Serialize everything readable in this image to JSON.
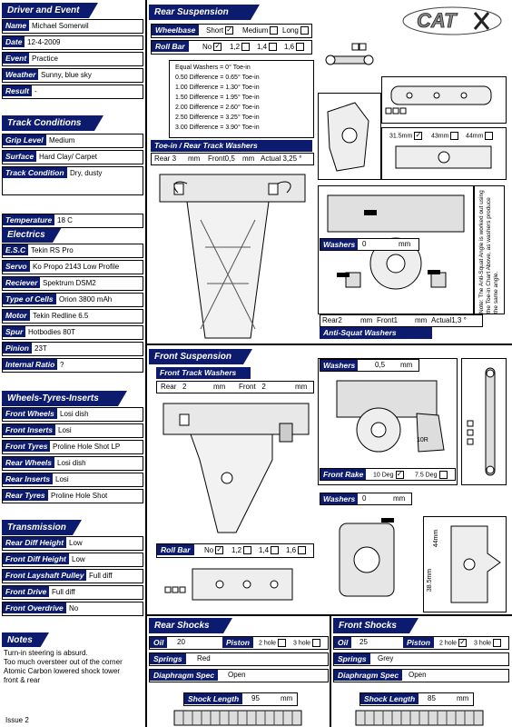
{
  "driver": {
    "header": "Driver and Event",
    "fields": [
      {
        "label": "Name",
        "value": "Michael Somerwil"
      },
      {
        "label": "Date",
        "value": "12-4-2009"
      },
      {
        "label": "Event",
        "value": "Practice"
      },
      {
        "label": "Weather",
        "value": "Sunny, blue sky"
      },
      {
        "label": "Result",
        "value": "-"
      }
    ]
  },
  "track": {
    "header": "Track Conditions",
    "fields": [
      {
        "label": "Grip Level",
        "value": "Medium"
      },
      {
        "label": "Surface",
        "value": "Hard Clay/ Carpet"
      },
      {
        "label": "Track Condition",
        "value": "Dry, dusty"
      },
      {
        "label": "Temperature",
        "value": "18 C"
      }
    ]
  },
  "electrics": {
    "header": "Electrics",
    "fields": [
      {
        "label": "E.S.C",
        "value": "Tekin RS Pro"
      },
      {
        "label": "Servo",
        "value": "Ko Propo 2143 Low Profile"
      },
      {
        "label": "Reciever",
        "value": "Spektrum DSM2"
      },
      {
        "label": "Type of Cells",
        "value": "Orion 3800 mAh"
      },
      {
        "label": "Motor",
        "value": "Tekin Redline 6.5"
      },
      {
        "label": "Spur",
        "value": "Hotbodies 80T"
      },
      {
        "label": "Pinion",
        "value": "23T"
      },
      {
        "label": "Internal Ratio",
        "value": "?"
      }
    ]
  },
  "wheels": {
    "header": "Wheels-Tyres-Inserts",
    "fields": [
      {
        "label": "Front Wheels",
        "value": "Losi dish"
      },
      {
        "label": "Front Inserts",
        "value": "Losi"
      },
      {
        "label": "Front Tyres",
        "value": "Proline Hole Shot LP"
      },
      {
        "label": "Rear Wheels",
        "value": "Losi dish"
      },
      {
        "label": "Rear Inserts",
        "value": "Losi"
      },
      {
        "label": "Rear Tyres",
        "value": "Proline Hole Shot"
      }
    ]
  },
  "transmission": {
    "header": "Transmission",
    "fields": [
      {
        "label": "Rear Diff Height",
        "value": "Low"
      },
      {
        "label": "Front Diff Height",
        "value": "Low"
      },
      {
        "label": "Front Layshaft Pulley",
        "value": "Full diff"
      },
      {
        "label": "Front Drive",
        "value": "Full diff"
      },
      {
        "label": "Front Overdrive",
        "value": "No"
      }
    ]
  },
  "notes": {
    "header": "Notes",
    "lines": [
      "Turn-in steering is absurd.",
      "Too much oversteer out of the corner",
      "Atomic Carbon lowered shock tower",
      "front & rear"
    ],
    "issue": "Issue 2"
  },
  "logo": "CAT",
  "rear_susp": {
    "header": "Rear Suspension",
    "wheelbase_label": "Wheelbase",
    "wheelbase_opts": [
      {
        "name": "Short",
        "checked": "✓"
      },
      {
        "name": "Medium",
        "checked": ""
      },
      {
        "name": "Long",
        "checked": ""
      }
    ],
    "rollbar_label": "Roll Bar",
    "rollbar_opts": [
      {
        "name": "No",
        "checked": "✓"
      },
      {
        "name": "1,2",
        "checked": ""
      },
      {
        "name": "1,4",
        "checked": ""
      },
      {
        "name": "1,6",
        "checked": ""
      }
    ],
    "washer_table": [
      "Equal Washers = 0° Toe-in",
      "0.50 Difference = 0.65° Toe-in",
      "1.00 Difference = 1.30° Toe-in",
      "1.50 Difference = 1.95° Toe-in",
      "2.00 Difference = 2.60° Toe-in",
      "2.50 Difference = 3.25° Toe-in",
      "3.00 Difference = 3.90° Toe-in"
    ],
    "toe_header": "Toe-in / Rear Track Washers",
    "toe_rear_label": "Rear",
    "toe_rear_value": "3",
    "toe_front_label": "Front",
    "toe_front_value": "0,5",
    "toe_actual_label": "Actual",
    "toe_actual_value": "3,25",
    "unit_mm": "mm",
    "degree": "°",
    "hub_opts": [
      {
        "name": "31.5mm",
        "checked": "✓"
      },
      {
        "name": "43mm",
        "checked": ""
      },
      {
        "name": "44mm",
        "checked": ""
      }
    ],
    "washers_label": "Washers",
    "washers_value": "0",
    "squat_rear_label": "Rear",
    "squat_rear_value": "2",
    "squat_front_label": "Front",
    "squat_front_value": "1",
    "squat_actual_label": "Actual",
    "squat_actual_value": "1,3",
    "anti_squat_label": "Anti-Squat Washers",
    "side_note": "Note: The Anti-Squat Angle is worked out using the Toe-in Chart Above, as washers produce the same angle."
  },
  "front_susp": {
    "header": "Front Suspension",
    "track_header": "Front Track Washers",
    "rear_label": "Rear",
    "rear_value": "2",
    "front_label": "Front",
    "front_value": "2",
    "unit_mm": "mm",
    "washers_label": "Washers",
    "washers_value": "0,5",
    "rake_label": "Front Rake",
    "rake_opts": [
      {
        "name": "10 Deg",
        "checked": "✓"
      },
      {
        "name": "7.5 Deg",
        "checked": ""
      }
    ],
    "washers2_label": "Washers",
    "washers2_value": "0",
    "rollbar_label": "Roll Bar",
    "rollbar_opts": [
      {
        "name": "No",
        "checked": "✓"
      },
      {
        "name": "1,2",
        "checked": ""
      },
      {
        "name": "1,4",
        "checked": ""
      },
      {
        "name": "1,6",
        "checked": ""
      }
    ],
    "dim_44": "44mm",
    "dim_38": "38.5mm",
    "tag_10r": "10R"
  },
  "rear_shocks": {
    "header": "Rear Shocks",
    "oil_label": "Oil",
    "oil_value": "20",
    "piston_label": "Piston",
    "piston_opts": [
      {
        "name": "2 hole",
        "checked": ""
      },
      {
        "name": "3 hole",
        "checked": ""
      }
    ],
    "springs_label": "Springs",
    "springs_value": "Red",
    "diaphragm_label": "Diaphragm Spec",
    "diaphragm_value": "Open",
    "length_label": "Shock Length",
    "length_value": "95",
    "unit_mm": "mm"
  },
  "front_shocks": {
    "header": "Front Shocks",
    "oil_label": "Oil",
    "oil_value": "25",
    "piston_label": "Piston",
    "piston_opts": [
      {
        "name": "2 hole",
        "checked": "✓"
      },
      {
        "name": "3 hole",
        "checked": ""
      }
    ],
    "springs_label": "Springs",
    "springs_value": "Grey",
    "diaphragm_label": "Diaphragm Spec",
    "diaphragm_value": "Open",
    "length_label": "Shock Length",
    "length_value": "85",
    "unit_mm": "mm"
  }
}
